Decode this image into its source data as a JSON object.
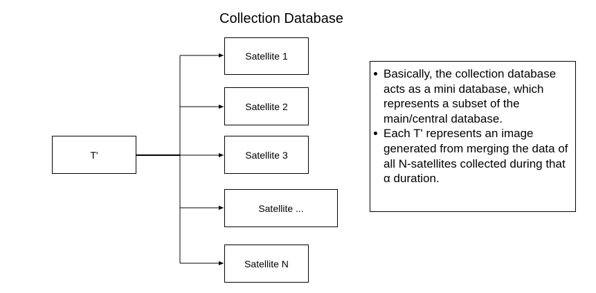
{
  "diagram": {
    "title": "Collection Database",
    "source_node": {
      "label": "T'"
    },
    "satellites": [
      {
        "label": "Satellite 1"
      },
      {
        "label": "Satellite 2"
      },
      {
        "label": "Satellite 3"
      },
      {
        "label": "Satellite ..."
      },
      {
        "label": "Satellite N"
      }
    ],
    "notes": [
      "Basically, the collection database acts as a mini database, which represents a subset of the main/central database.",
      "Each T' represents an image generated from merging the data of all N-satellites collected during that  α duration."
    ]
  }
}
